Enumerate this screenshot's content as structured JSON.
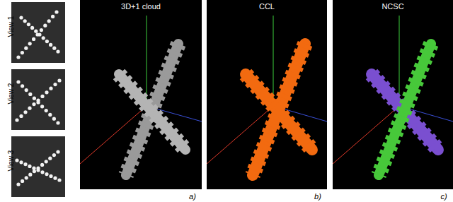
{
  "diagram": {
    "labels": [
      "View 1",
      "View 2",
      "View 3",
      "3D+1 cloud",
      "CCL",
      "NCSC",
      "a)",
      "b)",
      "c)"
    ]
  }
}
